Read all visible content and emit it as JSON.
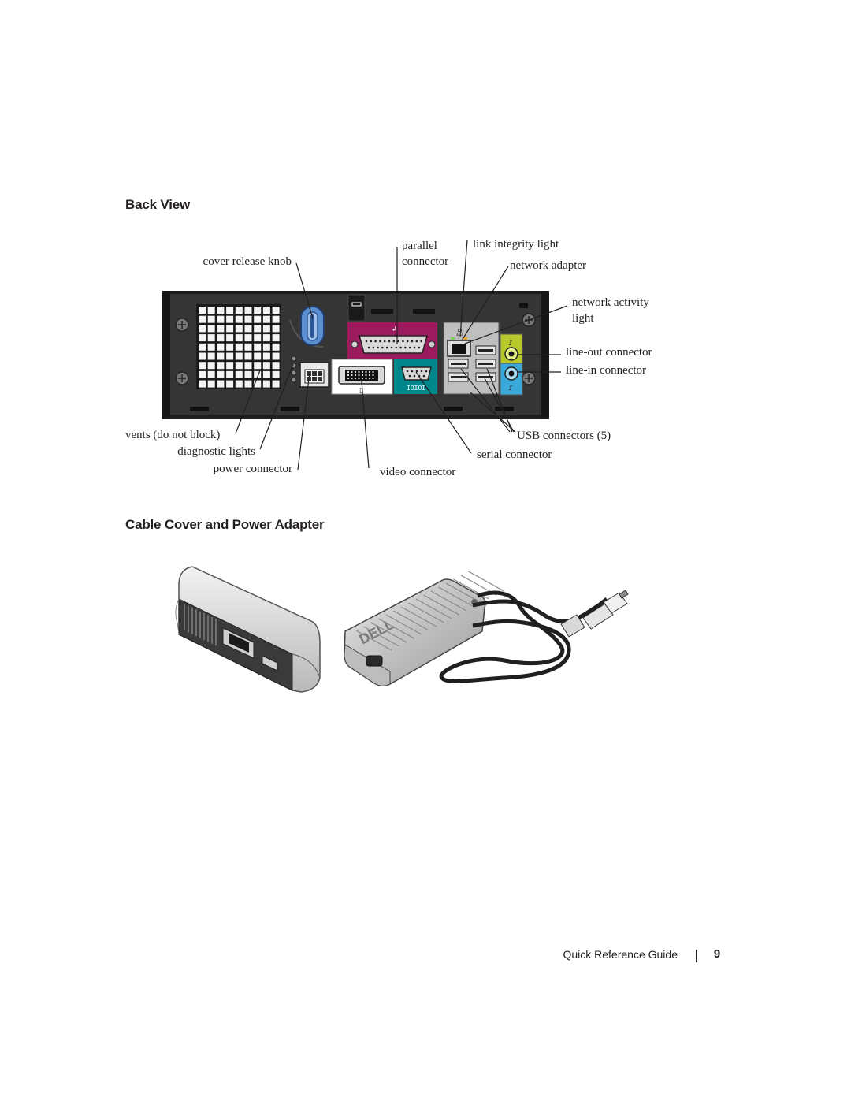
{
  "back_view": {
    "heading": "Back View",
    "callouts": {
      "parallel_line1": "parallel",
      "parallel_line2": "connector",
      "link_integrity_light": "link integrity light",
      "cover_release_knob": "cover release knob",
      "network_adapter": "network adapter",
      "network_activity_line1": "network activity",
      "network_activity_line2": "light",
      "line_out_connector": "line-out connector",
      "line_in_connector": "line-in connector",
      "vents": "vents (do not block)",
      "diagnostic_lights": "diagnostic lights",
      "power_connector": "power connector",
      "usb_connectors": "USB connectors (5)",
      "serial_connector": "serial connector",
      "video_connector": "video connector"
    }
  },
  "cable_cover": {
    "heading": "Cable Cover and Power Adapter",
    "adapter_logo": "DELL"
  },
  "footer": {
    "guide_title": "Quick Reference Guide",
    "page_number": "9"
  },
  "colors": {
    "parallel_panel": "#9b1b5e",
    "serial_panel": "#00878c",
    "line_out_jack": "#b7c82a",
    "line_in_jack": "#3aa8d8",
    "chassis_dark": "#2b2b2b",
    "knob_blue": "#5b8fd0"
  }
}
